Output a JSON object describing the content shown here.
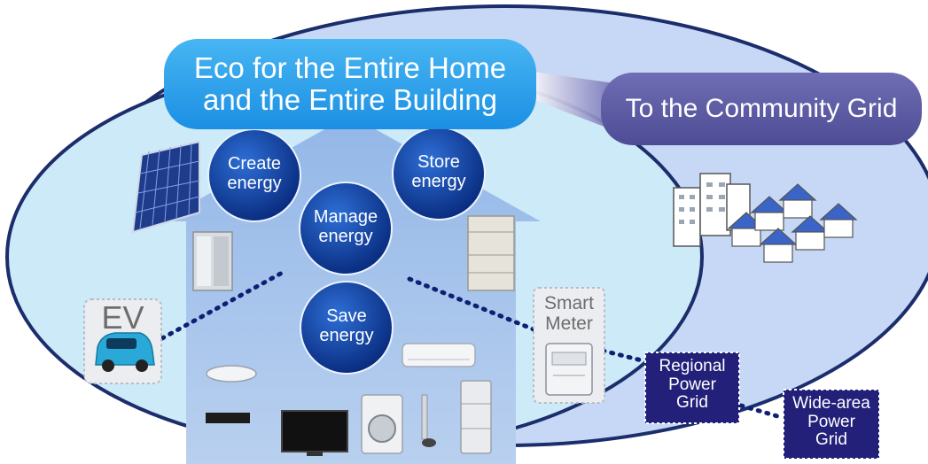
{
  "title": "Eco for the Entire Home\nand the Entire Building",
  "community_label": "To the Community Grid",
  "energy_circles": {
    "create": "Create\nenergy",
    "store": "Store\nenergy",
    "manage": "Manage\nenergy",
    "save": "Save\nenergy"
  },
  "ev_label": "EV",
  "smart_meter_label": "Smart\nMeter",
  "regional_grid_label": "Regional\nPower\nGrid",
  "wide_grid_label": "Wide-area\nPower\nGrid",
  "colors": {
    "outer_ellipse": "#c9daf6",
    "inner_ellipse": "#cfeaf8",
    "ellipse_stroke": "#1c2d6c",
    "house": "#a9c7ea",
    "circle_fill": "#0c3b9c",
    "title_pill": "#2aa3ec",
    "community_pill": "#5c5aa3",
    "grid_box": "#23207a"
  },
  "icons": [
    "solar-panel-icon",
    "fuel-cell-icon",
    "battery-unit-icon",
    "ev-car-icon",
    "ceiling-light-icon",
    "air-conditioner-icon",
    "bluray-recorder-icon",
    "tv-icon",
    "washing-machine-icon",
    "refrigerator-icon",
    "smart-meter-icon",
    "buildings-icon",
    "houses-icon"
  ]
}
